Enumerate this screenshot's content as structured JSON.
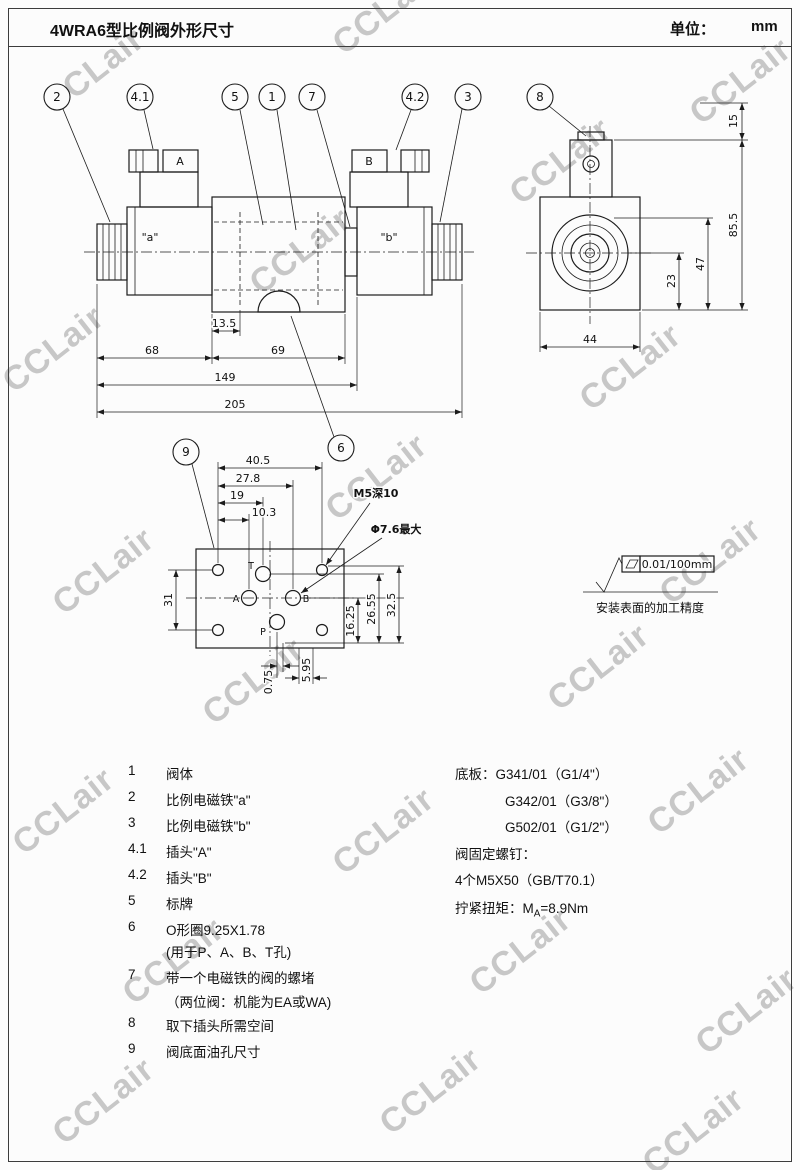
{
  "header": {
    "title": "4WRA6型比例阀外形尺寸",
    "unit_label": "单位：",
    "unit_value": "mm"
  },
  "watermark": {
    "text": "CCLair"
  },
  "drawing": {
    "callouts": {
      "c1": "1",
      "c2": "2",
      "c3": "3",
      "c41": "4.1",
      "c42": "4.2",
      "c5": "5",
      "c6": "6",
      "c7": "7",
      "c8": "8",
      "c9": "9"
    },
    "front": {
      "plug_a": "A",
      "plug_b": "B",
      "port_a": "\"a\"",
      "port_b": "\"b\"",
      "dims": {
        "d13_5": "13.5",
        "d68": "68",
        "d69": "69",
        "d149": "149",
        "d205": "205"
      }
    },
    "side": {
      "dims": {
        "d15": "15",
        "d85_5": "85.5",
        "d47": "47",
        "d23": "23",
        "d44": "44"
      }
    },
    "bottom": {
      "ports": {
        "t": "T",
        "a": "A",
        "b": "B",
        "p": "P"
      },
      "note_m5": "M5深10",
      "note_phi": "Φ7.6最大",
      "dims": {
        "d40_5": "40.5",
        "d27_8": "27.8",
        "d19": "19",
        "d10_3": "10.3",
        "d31": "31",
        "d0_75": "0.75",
        "d5_95": "5.95",
        "d16_25": "16.25",
        "d26_55": "26.55",
        "d32_5": "32.5"
      }
    },
    "finish": {
      "tolerance": "0.01/100mm",
      "caption": "安装表面的加工精度"
    }
  },
  "parts": {
    "items": [
      {
        "no": "1",
        "desc": "阀体"
      },
      {
        "no": "2",
        "desc": "比例电磁铁\"a\""
      },
      {
        "no": "3",
        "desc": "比例电磁铁\"b\""
      },
      {
        "no": "4.1",
        "desc": "插头\"A\""
      },
      {
        "no": "4.2",
        "desc": "插头\"B\""
      },
      {
        "no": "5",
        "desc": "标牌"
      },
      {
        "no": "6",
        "desc": "O形圈9.25X1.78",
        "desc2": "(用于P、A、B、T孔)"
      },
      {
        "no": "7",
        "desc": "带一个电磁铁的阀的螺堵",
        "desc2": "（两位阀：机能为EA或WA)"
      },
      {
        "no": "8",
        "desc": "取下插头所需空间"
      },
      {
        "no": "9",
        "desc": "阀底面油孔尺寸"
      }
    ],
    "right": {
      "baseplate1": "底板：G341/01（G1/4\"）",
      "baseplate2": "G342/01（G3/8\"）",
      "baseplate3": "G502/01（G1/2\"）",
      "screws_label": "阀固定螺钉：",
      "screws_value": "4个M5X50（GB/T70.1）",
      "torque_prefix": "拧紧扭矩：M",
      "torque_sub": "A",
      "torque_suffix": "=8.9Nm"
    }
  }
}
